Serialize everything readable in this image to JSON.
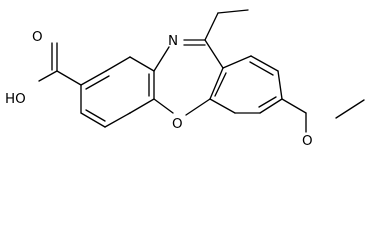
{
  "molecule": {
    "atoms": {
      "nitrogen": "N",
      "ring_oxygen": "O",
      "methoxy": "O",
      "carboxyl_hydroxyl": "HO",
      "carboxyl_carbonyl": "O"
    }
  }
}
